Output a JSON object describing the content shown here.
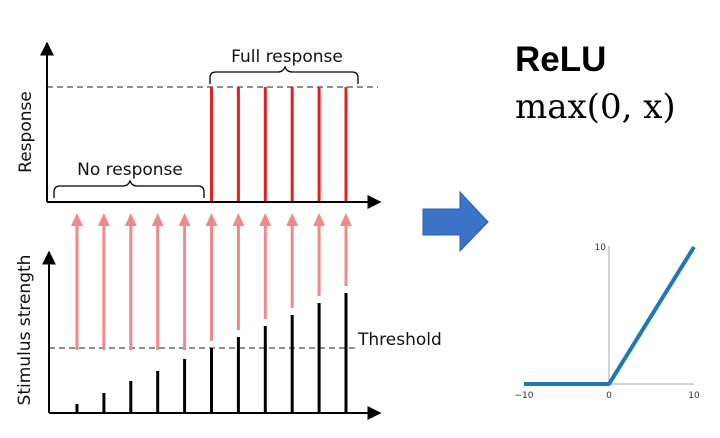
{
  "left_panel": {
    "response_axis_label": "Response",
    "stimulus_axis_label": "Stimulus strength",
    "no_response_label": "No response",
    "full_response_label": "Full response",
    "threshold_label": "Threshold",
    "red_arrow_count": 11,
    "threshold_bar_index": 5,
    "colors": {
      "response_bar": "#e02020",
      "stimulus_arrow": "#ee8a8a",
      "stimulus_bar": "#000000"
    }
  },
  "right_panel": {
    "title": "ReLU",
    "formula": "max(0, x)",
    "arrow_color": "#3b73c8",
    "plot_line_color": "#1f77b4"
  },
  "chart_data": {
    "type": "line",
    "x": [
      -10,
      0,
      10
    ],
    "y": [
      0,
      0,
      10
    ],
    "xlim": [
      -10,
      10
    ],
    "ylim": [
      0,
      10
    ],
    "xticks": [
      "−10",
      "0",
      "10"
    ],
    "yticks": [
      "10"
    ],
    "xlabel": "",
    "ylabel": ""
  }
}
